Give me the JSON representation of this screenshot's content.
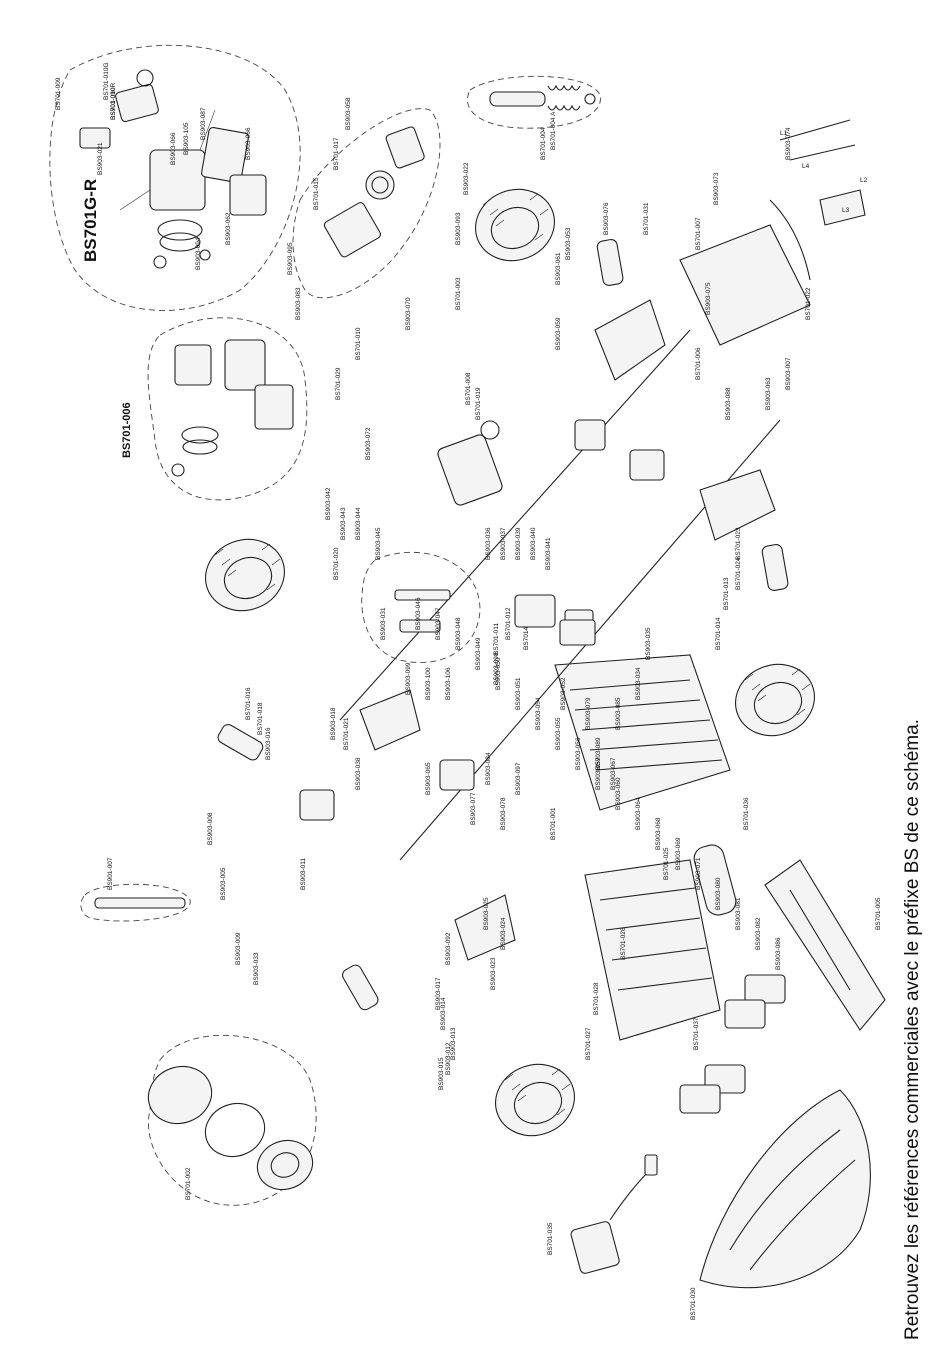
{
  "diagram": {
    "caption": "Retrouvez les références commerciales avec le préfixe BS de ce schéma.",
    "group_titles": {
      "engine_r": "BS701G-R",
      "engine_006": "BS701-006"
    },
    "labels": [
      "BS701-010R",
      "BS701-010G",
      "BS701-009",
      "BS903-021",
      "BS903-066",
      "BS903-105",
      "BS903-094",
      "BS903-062",
      "BS903-066",
      "BS903-087",
      "BS903-095",
      "BS903-083",
      "BS701-015",
      "BS701-017",
      "BS903-058",
      "BS903-093",
      "BS903-022",
      "BS701-003",
      "BS701-004",
      "BS701-004 A",
      "BS903-076",
      "BS701-031",
      "BS701-022",
      "BS701-006",
      "BS903-075",
      "BS903-074",
      "BS701-007",
      "BS903-073",
      "BS701-029",
      "BS701-019",
      "BS701-010",
      "BS903-070",
      "BS903-072",
      "BS903-063",
      "BS903-088",
      "BS701-005",
      "BS701-036",
      "BS701-025",
      "BS701-001",
      "BS701-028",
      "BS701-027",
      "BS701-026",
      "BS701-037",
      "BS701-030",
      "BS701-035",
      "BS701-002",
      "BS901-007",
      "BS701-011",
      "BS701-012",
      "BS7014",
      "BS701-020",
      "BS903-052",
      "BS903-084",
      "BS903-013",
      "BS903-014",
      "BS903-016",
      "BS903-018",
      "BS903-031",
      "BS903-038",
      "BS903-097",
      "BS903-005",
      "BS903-009",
      "BS903-033",
      "BS903-008",
      "BS903-011",
      "BS903-012",
      "BS903-015",
      "BS903-017",
      "BS903-023",
      "BS903-024",
      "BS903-025",
      "BS903-061",
      "BS903-065",
      "BS903-067",
      "BS903-077",
      "BS903-078",
      "BS903-092",
      "BS903-098",
      "BS903-099",
      "BS903-100",
      "BS903-106",
      "BS701-013",
      "BS701-014",
      "BS701-016",
      "BS701-018",
      "BS701-021",
      "BS701-023",
      "BS701-024",
      "BS903-007",
      "BS903-059",
      "BS903-053",
      "BS903-079",
      "BS903-089",
      "BS903-085",
      "BS903-034",
      "BS903-035",
      "BS701-008",
      "BS903-036",
      "BS903-037",
      "BS903-039",
      "BS903-040",
      "BS903-041",
      "BS903-042",
      "BS903-043",
      "BS903-044",
      "BS903-045",
      "BS903-046",
      "BS903-047",
      "BS903-048",
      "BS903-049",
      "BS903-050",
      "BS903-051",
      "BS903-054",
      "BS903-055",
      "BS903-056",
      "BS903-057",
      "BS903-060",
      "BS903-064",
      "BS903-068",
      "BS903-069",
      "BS903-071",
      "BS903-080",
      "BS903-081",
      "BS903-082",
      "BS903-086",
      "BS903-090"
    ],
    "callouts": [
      "L1",
      "L2",
      "L3",
      "L4"
    ]
  }
}
